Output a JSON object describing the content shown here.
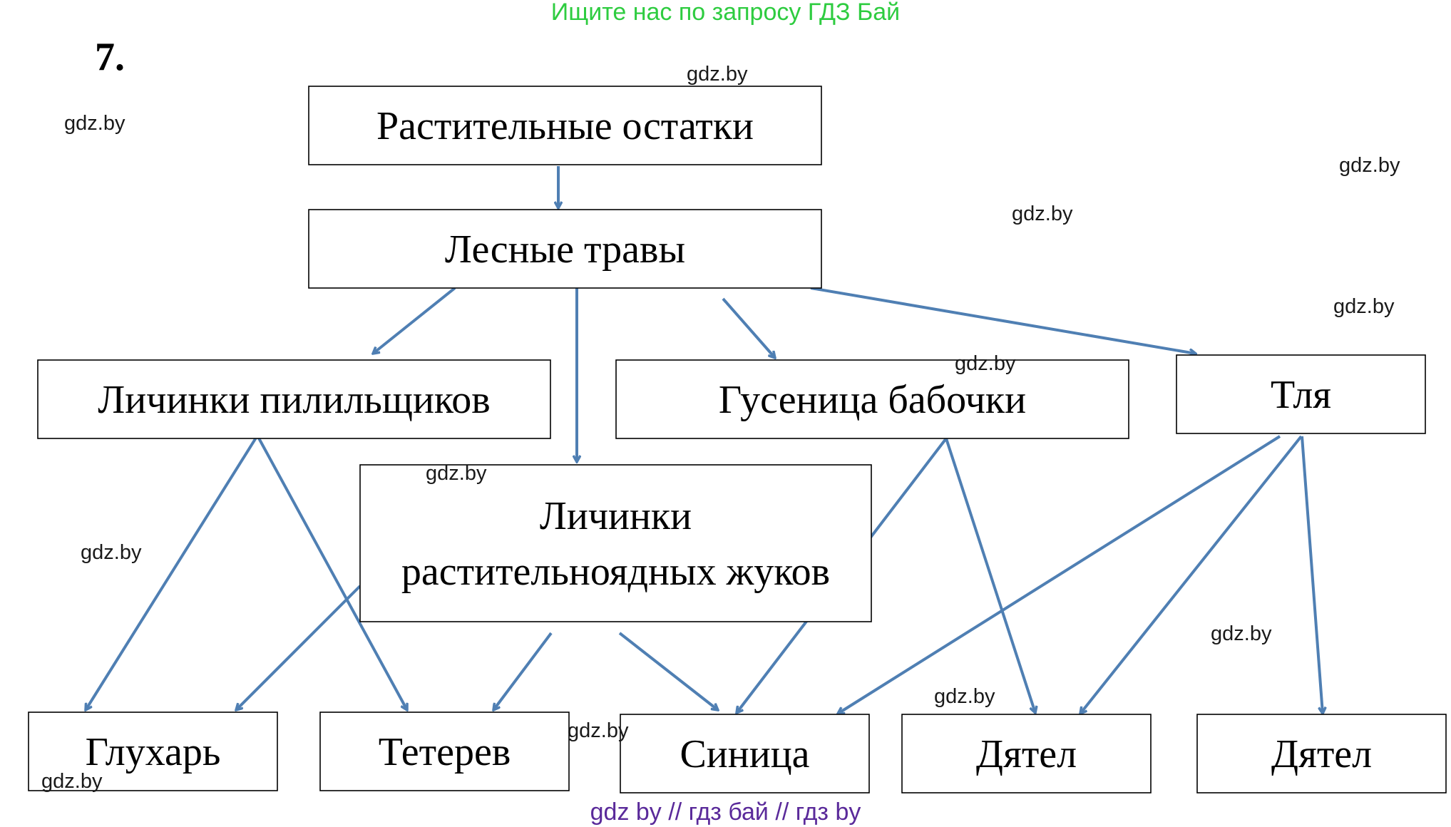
{
  "header_note": "Ищите нас по запросу ГДЗ Бай",
  "task_number": "7.",
  "colors": {
    "arrow": "#4f7fb3",
    "header_note": "#2ecc40",
    "footer_note": "#5a2a9a",
    "box_border": "#000000",
    "text": "#000000"
  },
  "nodes": [
    {
      "id": "rastitelnye-ostatki",
      "lines": [
        "Растительные остатки"
      ]
    },
    {
      "id": "lesnye-travy",
      "lines": [
        "Лесные травы"
      ]
    },
    {
      "id": "lichinki-pililshchikov",
      "lines": [
        "Личинки пилильщиков"
      ]
    },
    {
      "id": "gusenica-babochki",
      "lines": [
        "Гусеница бабочки"
      ]
    },
    {
      "id": "tlya",
      "lines": [
        "Тля"
      ]
    },
    {
      "id": "lichinki-zhukov",
      "lines": [
        "Личинки",
        "растительноядных жуков"
      ]
    },
    {
      "id": "glukhar",
      "lines": [
        "Глухарь"
      ]
    },
    {
      "id": "teterev",
      "lines": [
        "Тетерев"
      ]
    },
    {
      "id": "sinica",
      "lines": [
        "Синица"
      ]
    },
    {
      "id": "dyatel-1",
      "lines": [
        "Дятел"
      ]
    },
    {
      "id": "dyatel-2",
      "lines": [
        "Дятел"
      ]
    }
  ],
  "edges": [
    {
      "from": "rastitelnye-ostatki",
      "to": "lesnye-travy"
    },
    {
      "from": "lesnye-travy",
      "to": "lichinki-pililshchikov"
    },
    {
      "from": "lesnye-travy",
      "to": "lichinki-zhukov"
    },
    {
      "from": "lesnye-travy",
      "to": "gusenica-babochki"
    },
    {
      "from": "lesnye-travy",
      "to": "tlya"
    },
    {
      "from": "lichinki-pililshchikov",
      "to": "glukhar"
    },
    {
      "from": "lichinki-pililshchikov",
      "to": "teterev"
    },
    {
      "from": "lichinki-zhukov",
      "to": "glukhar"
    },
    {
      "from": "lichinki-zhukov",
      "to": "teterev"
    },
    {
      "from": "lichinki-zhukov",
      "to": "sinica"
    },
    {
      "from": "gusenica-babochki",
      "to": "sinica"
    },
    {
      "from": "gusenica-babochki",
      "to": "dyatel-1"
    },
    {
      "from": "tlya",
      "to": "sinica"
    },
    {
      "from": "tlya",
      "to": "dyatel-1"
    },
    {
      "from": "tlya",
      "to": "dyatel-2"
    }
  ],
  "watermarks": [
    "gdz.by",
    "gdz.by",
    "gdz.by",
    "gdz.by",
    "gdz.by",
    "gdz.by",
    "gdz.by",
    "gdz.by",
    "gdz.by",
    "gdz.by",
    "gdz.by",
    "gdz.by"
  ],
  "footer_note": "gdz by  //  гдз бай  //  гдз by"
}
